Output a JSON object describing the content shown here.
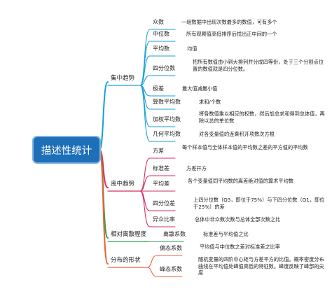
{
  "root": {
    "label": "描述性统计"
  },
  "branches": [
    {
      "label": "集中趋势",
      "children": [
        {
          "label": "众数",
          "desc": "一组数据中出现次数最多的数值，可有多个"
        },
        {
          "label": "中位数",
          "desc": "所有观察值高低排序后找出正中间的一个"
        },
        {
          "label": "平均数",
          "desc": "均值"
        },
        {
          "label": "四分位数",
          "desc": "把所有数值由小到大排列并分成四等份，处于三个分割点位置的数值就是四分位数。"
        },
        {
          "label": "极差",
          "desc": "最大值减最小值"
        },
        {
          "label": "算数平均数",
          "desc": "求和/个数"
        },
        {
          "label": "加权平均数",
          "desc": "将各数值乘以相应的权数，然后加总求和得到总体值，再除以总的单位数"
        },
        {
          "label": "几何平均数",
          "desc": "对各变量值的连乘积开项数次方根"
        }
      ]
    },
    {
      "label": "离中趋势",
      "children": [
        {
          "label": "方差",
          "desc": "每个样本值与全体样本值的平均数之差的平方值的平均数"
        },
        {
          "label": "标准差",
          "desc": "方差开方"
        },
        {
          "label": "平均差",
          "desc": "各个变量值同平均数的离差绝对值的算术平均数"
        },
        {
          "label": "四分位差",
          "desc": "上四分位数（Q3，即位于75%）与下四分位数（Q1，即位于25%）的差"
        },
        {
          "label": "异众比率",
          "desc": "总体中非众数次数与总体全部次数之比"
        }
      ]
    },
    {
      "label": "相对离散程度",
      "children": [
        {
          "label": "离散系数",
          "desc": "标准差与平均值之比"
        }
      ]
    },
    {
      "label": "分布的形状",
      "children": [
        {
          "label": "偏态系数",
          "desc": "平均值与中位数之差对标准差之比率"
        },
        {
          "label": "峰态系数",
          "desc": "随机变量的四阶中心矩与方差平方的比值。概率密度分布曲线在平均值处峰值高低的特征数。峰度反映了峰部的尖度"
        }
      ]
    }
  ]
}
